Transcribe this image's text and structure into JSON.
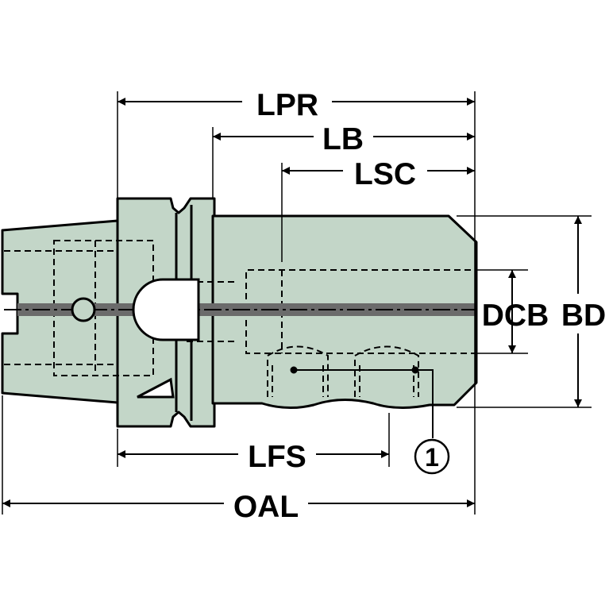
{
  "colors": {
    "body_fill": "#c3d6c8",
    "outline": "#000000",
    "background": "#ffffff"
  },
  "dimensions": {
    "lpr": "LPR",
    "lb": "LB",
    "lsc": "LSC",
    "lfs": "LFS",
    "oal": "OAL",
    "dcb": "DCB",
    "bd": "BD"
  },
  "callout": {
    "number": "1"
  }
}
